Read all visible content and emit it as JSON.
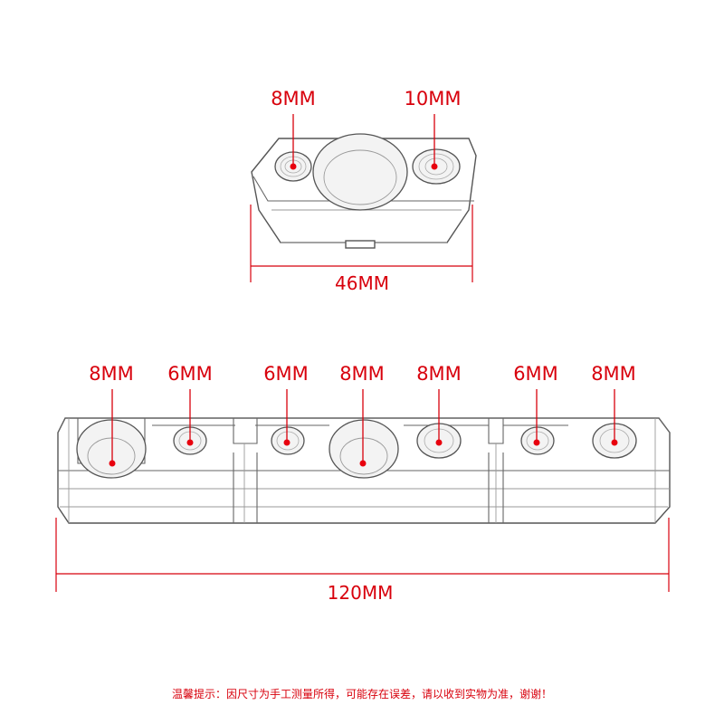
{
  "top_part": {
    "hole_left_label": "8MM",
    "hole_right_label": "10MM",
    "width_label": "46MM"
  },
  "bottom_part": {
    "hole_labels": [
      "8MM",
      "6MM",
      "6MM",
      "8MM",
      "8MM",
      "6MM",
      "8MM"
    ],
    "length_label": "120MM"
  },
  "footer_note": "温馨提示：因尺寸为手工测量所得，可能存在误差，请以收到实物为准，谢谢！",
  "colors": {
    "accent": "#d8000c",
    "outline": "#555555"
  }
}
